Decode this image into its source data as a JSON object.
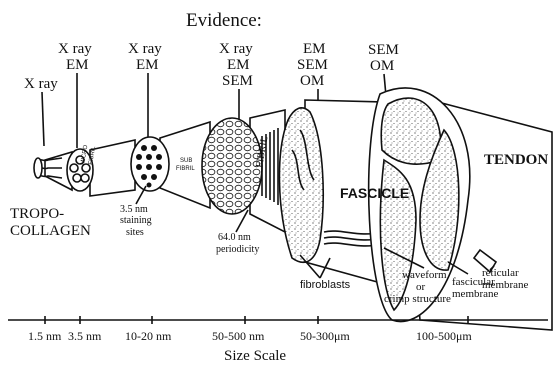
{
  "title": "Evidence:",
  "evidence": {
    "tropocollagen": "X ray",
    "microfibril_1": "X ray",
    "microfibril_2": "EM",
    "subfibril_1": "X ray",
    "subfibril_2": "EM",
    "fibril_1": "X ray",
    "fibril_2": "EM",
    "fibril_3": "SEM",
    "fascicle_1": "EM",
    "fascicle_2": "SEM",
    "fascicle_3": "OM",
    "tendon_1": "SEM",
    "tendon_2": "OM"
  },
  "structures": {
    "tropo_1": "TROPO-",
    "tropo_2": "COLLAGEN",
    "micro_1": "MICRO",
    "micro_2": "FIBRIL",
    "sub_1": "SUB",
    "sub_2": "FIBRIL",
    "fibril": "FIBRIL",
    "fascicle": "FASCICLE",
    "tendon": "TENDON"
  },
  "annotations": {
    "staining_1": "3.5 nm",
    "staining_2": "staining",
    "staining_3": "sites",
    "period_1": "64.0 nm",
    "period_2": "periodicity",
    "fibroblasts": "fibroblasts",
    "wave_1": "waveform",
    "wave_2": "or",
    "wave_3": "crimp structure",
    "fasc_mem_1": "fascicular",
    "fasc_mem_2": "membrane",
    "ret_mem_1": "reticular",
    "ret_mem_2": "membrane"
  },
  "scale": {
    "label": "Size Scale",
    "ticks": [
      "1.5 nm",
      "3.5 nm",
      "10-20 nm",
      "50-500 nm",
      "50-300μm",
      "100-500μm"
    ]
  }
}
